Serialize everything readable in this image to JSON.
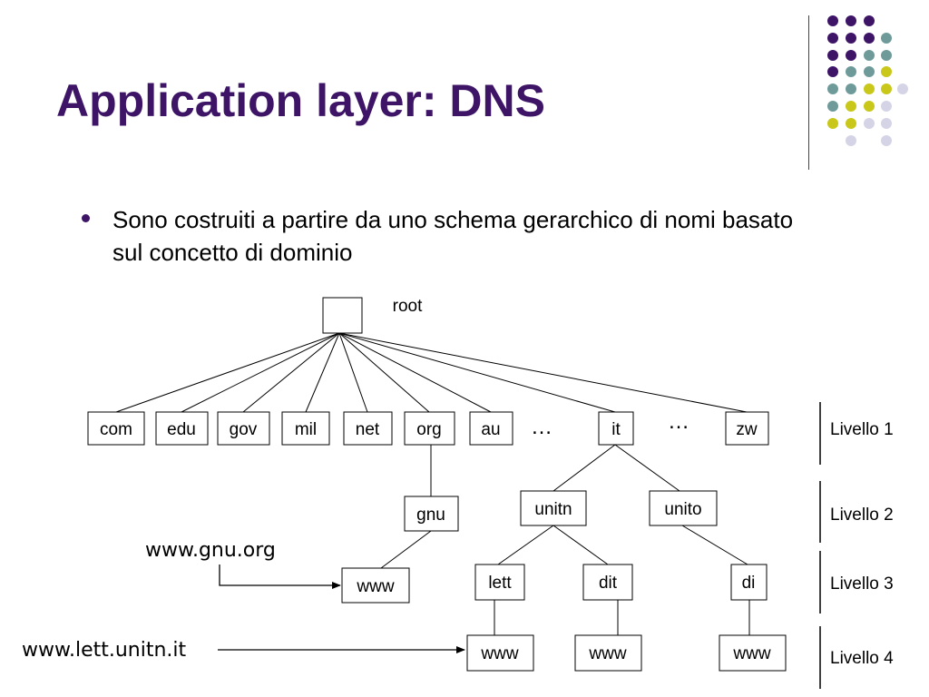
{
  "slide": {
    "title": "Application layer: DNS",
    "bullet": "Sono costruiti a partire da uno schema gerarchico di nomi basato sul concetto di dominio"
  },
  "diagram": {
    "root_label": "root",
    "level1": [
      "com",
      "edu",
      "gov",
      "mil",
      "net",
      "org",
      "au",
      "it",
      "zw"
    ],
    "ellipsis": "…",
    "level2": {
      "gnu": "gnu",
      "unitn": "unitn",
      "unito": "unito"
    },
    "level3": {
      "www_gnu": "www",
      "lett": "lett",
      "dit": "dit",
      "di": "di"
    },
    "level4": {
      "www_lett": "www",
      "www_dit": "www",
      "www_di": "www"
    },
    "levels": [
      "Livello 1",
      "Livello 2",
      "Livello 3",
      "Livello 4"
    ],
    "annotations": {
      "gnu_url": "www.gnu.org",
      "lett_url": "www.lett.unitn.it"
    }
  },
  "colors": {
    "title": "#3d1466",
    "dot_purple": "#3d1466",
    "dot_teal": "#6f9a9a",
    "dot_yellow": "#c9c81a",
    "dot_lavender": "#d4d4e6"
  }
}
